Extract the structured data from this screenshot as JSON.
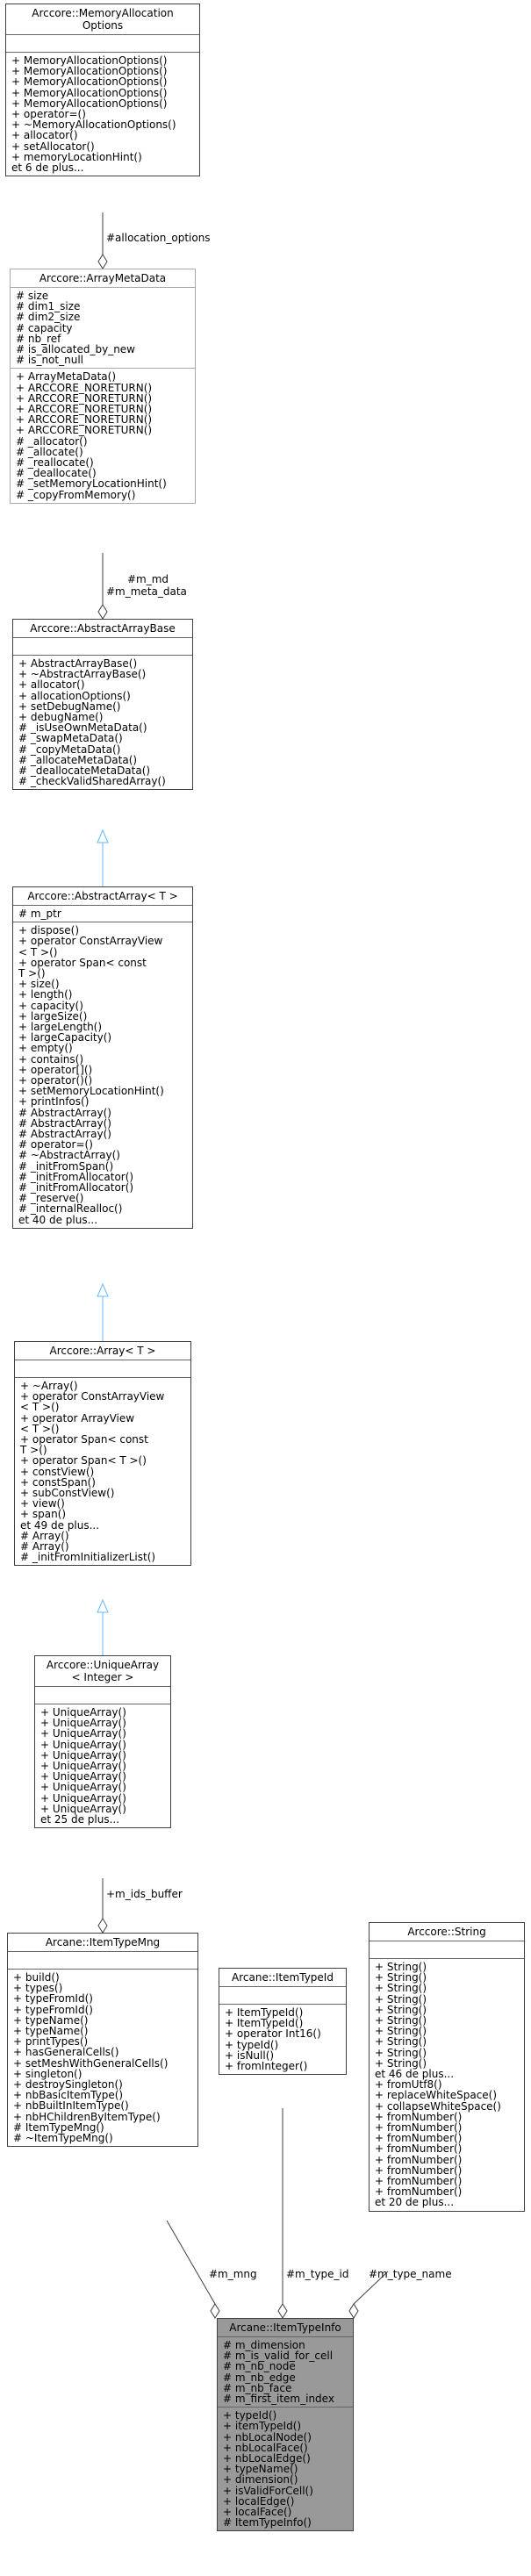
{
  "nodes": {
    "memory_allocation_options": {
      "title": [
        "Arccore::MemoryAllocation",
        "Options"
      ],
      "attributes": [],
      "methods": [
        "+ MemoryAllocationOptions()",
        "+ MemoryAllocationOptions()",
        "+ MemoryAllocationOptions()",
        "+ MemoryAllocationOptions()",
        "+ MemoryAllocationOptions()",
        "+ operator=()",
        "+ ~MemoryAllocationOptions()",
        "+ allocator()",
        "+ setAllocator()",
        "+ memoryLocationHint()",
        "et 6 de plus..."
      ]
    },
    "array_meta_data": {
      "title": [
        "Arccore::ArrayMetaData"
      ],
      "attributes": [
        "# size",
        "# dim1_size",
        "# dim2_size",
        "# capacity",
        "# nb_ref",
        "# is_allocated_by_new",
        "# is_not_null"
      ],
      "methods": [
        "+ ArrayMetaData()",
        "+ ARCCORE_NORETURN()",
        "+ ARCCORE_NORETURN()",
        "+ ARCCORE_NORETURN()",
        "+ ARCCORE_NORETURN()",
        "+ ARCCORE_NORETURN()",
        "# _allocator()",
        "# _allocate()",
        "# _reallocate()",
        "# _deallocate()",
        "# _setMemoryLocationHint()",
        "# _copyFromMemory()"
      ]
    },
    "abstract_array_base": {
      "title": [
        "Arccore::AbstractArrayBase"
      ],
      "attributes": [],
      "methods": [
        "+ AbstractArrayBase()",
        "+ ~AbstractArrayBase()",
        "+ allocator()",
        "+ allocationOptions()",
        "+ setDebugName()",
        "+ debugName()",
        "# _isUseOwnMetaData()",
        "# _swapMetaData()",
        "# _copyMetaData()",
        "# _allocateMetaData()",
        "# _deallocateMetaData()",
        "# _checkValidSharedArray()"
      ]
    },
    "abstract_array": {
      "title": [
        "Arccore::AbstractArray< T >"
      ],
      "attributes": [
        "# m_ptr"
      ],
      "methods": [
        "+ dispose()",
        "+ operator ConstArrayView",
        "< T >()",
        "+ operator Span< const",
        "T >()",
        "+ size()",
        "+ length()",
        "+ capacity()",
        "+ largeSize()",
        "+ largeLength()",
        "+ largeCapacity()",
        "+ empty()",
        "+ contains()",
        "+ operator[]()",
        "+ operator()()",
        "+ setMemoryLocationHint()",
        "+ printInfos()",
        "# AbstractArray()",
        "# AbstractArray()",
        "# AbstractArray()",
        "# operator=()",
        "# ~AbstractArray()",
        "# _initFromSpan()",
        "# _initFromAllocator()",
        "# _initFromAllocator()",
        "# _reserve()",
        "# _internalRealloc()",
        "et 40 de plus..."
      ]
    },
    "array": {
      "title": [
        "Arccore::Array< T >"
      ],
      "attributes": [],
      "methods": [
        "+ ~Array()",
        "+ operator ConstArrayView",
        "< T >()",
        "+ operator ArrayView",
        "< T >()",
        "+ operator Span< const",
        "T >()",
        "+ operator Span< T >()",
        "+ constView()",
        "+ constSpan()",
        "+ subConstView()",
        "+ view()",
        "+ span()",
        "et 49 de plus...",
        "# Array()",
        "# Array()",
        "# _initFromInitializerList()"
      ]
    },
    "unique_array": {
      "title": [
        "Arccore::UniqueArray",
        "< Integer >"
      ],
      "attributes": [],
      "methods": [
        "+ UniqueArray()",
        "+ UniqueArray()",
        "+ UniqueArray()",
        "+ UniqueArray()",
        "+ UniqueArray()",
        "+ UniqueArray()",
        "+ UniqueArray()",
        "+ UniqueArray()",
        "+ UniqueArray()",
        "+ UniqueArray()",
        "et 25 de plus..."
      ]
    },
    "item_type_mng": {
      "title": [
        "Arcane::ItemTypeMng"
      ],
      "attributes": [],
      "methods": [
        "+ build()",
        "+ types()",
        "+ typeFromId()",
        "+ typeFromId()",
        "+ typeName()",
        "+ typeName()",
        "+ printTypes()",
        "+ hasGeneralCells()",
        "+ setMeshWithGeneralCells()",
        "+ singleton()",
        "+ destroySingleton()",
        "+ nbBasicItemType()",
        "+ nbBuiltInItemType()",
        "+ nbHChildrenByItemType()",
        "# ItemTypeMng()",
        "# ~ItemTypeMng()"
      ]
    },
    "item_type_id": {
      "title": [
        "Arcane::ItemTypeId"
      ],
      "attributes": [],
      "methods": [
        "+ ItemTypeId()",
        "+ ItemTypeId()",
        "+ operator Int16()",
        "+ typeId()",
        "+ isNull()",
        "+ fromInteger()"
      ]
    },
    "string": {
      "title": [
        "Arccore::String"
      ],
      "attributes": [],
      "methods": [
        "+ String()",
        "+ String()",
        "+ String()",
        "+ String()",
        "+ String()",
        "+ String()",
        "+ String()",
        "+ String()",
        "+ String()",
        "+ String()",
        "et 46 de plus...",
        "+ fromUtf8()",
        "+ replaceWhiteSpace()",
        "+ collapseWhiteSpace()",
        "+ fromNumber()",
        "+ fromNumber()",
        "+ fromNumber()",
        "+ fromNumber()",
        "+ fromNumber()",
        "+ fromNumber()",
        "+ fromNumber()",
        "+ fromNumber()",
        "et 20 de plus..."
      ]
    },
    "item_type_info": {
      "title": [
        "Arcane::ItemTypeInfo"
      ],
      "attributes": [
        "# m_dimension",
        "# m_is_valid_for_cell",
        "# m_nb_node",
        "# m_nb_edge",
        "# m_nb_face",
        "# m_first_item_index"
      ],
      "methods": [
        "+ typeId()",
        "+ itemTypeId()",
        "+ nbLocalNode()",
        "+ nbLocalFace()",
        "+ nbLocalEdge()",
        "+ typeName()",
        "+ dimension()",
        "+ isValidForCell()",
        "+ localEdge()",
        "+ localFace()",
        "# ItemTypeInfo()"
      ]
    }
  },
  "edge_labels": {
    "allocation_options": "#allocation_options",
    "md": [
      "#m_md",
      "#m_meta_data"
    ],
    "ids_buffer": "+m_ids_buffer",
    "mng": "#m_mng",
    "type_id": "#m_type_id",
    "type_name": "#m_type_name"
  },
  "colors": {
    "inheritance": "#63b8ff",
    "association": "#404040",
    "focus_fill": "#999999"
  }
}
